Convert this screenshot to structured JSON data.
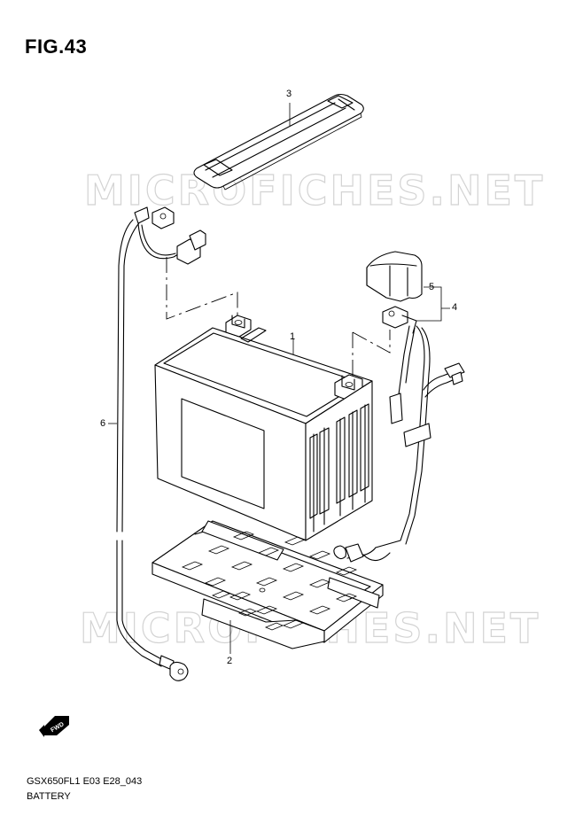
{
  "figure": {
    "title": "FIG.43"
  },
  "watermark": {
    "text": "MICROFICHES.NET"
  },
  "callouts": [
    {
      "id": "1",
      "label": "1"
    },
    {
      "id": "2",
      "label": "2"
    },
    {
      "id": "3",
      "label": "3"
    },
    {
      "id": "4",
      "label": "4"
    },
    {
      "id": "5",
      "label": "5"
    },
    {
      "id": "6",
      "label": "6"
    }
  ],
  "fwd_badge": {
    "label": "FWD",
    "icon": "fwd-arrow-icon"
  },
  "footer": {
    "code": "GSX650FL1 E03 E28_043",
    "caption": "BATTERY"
  }
}
